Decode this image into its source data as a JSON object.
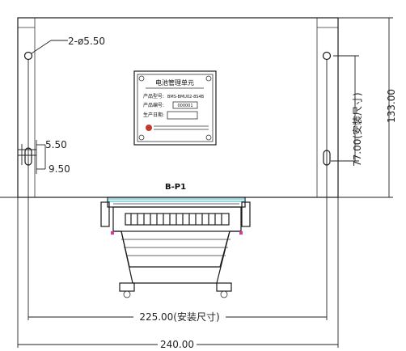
{
  "annotations": {
    "holes": "2-ø5.50",
    "slot_width": "5.50",
    "slot_length": "9.50",
    "connector_label": "B-P1",
    "install_height": "77.00(安装尺寸)",
    "total_height": "133.00",
    "install_width": "225.00(安装尺寸)",
    "total_width": "240.00"
  },
  "nameplate": {
    "title": "电池管理单元",
    "model_label": "产品型号:",
    "model_value": "BMS-BMU02-8S4B",
    "serial_label": "产品编号:",
    "serial_value": "000001",
    "date_label": "生产日期:"
  },
  "colors": {
    "line": "#1a1a1a",
    "accent_cyan": "#2bb3c9",
    "accent_pink": "#d9399b"
  }
}
